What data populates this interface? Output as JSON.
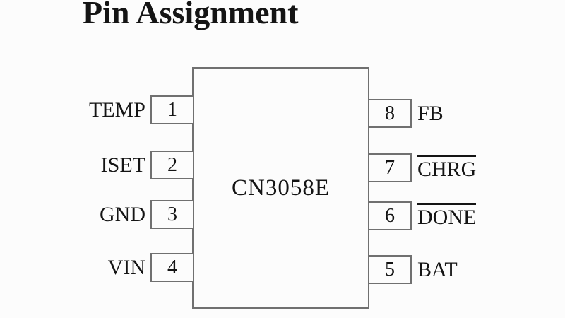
{
  "title": "Pin Assignment",
  "chip": {
    "name": "CN3058E"
  },
  "pins": {
    "left": [
      {
        "number": "1",
        "label": "TEMP",
        "overline": false
      },
      {
        "number": "2",
        "label": "ISET",
        "overline": false
      },
      {
        "number": "3",
        "label": "GND",
        "overline": false
      },
      {
        "number": "4",
        "label": "VIN",
        "overline": false
      }
    ],
    "right": [
      {
        "number": "8",
        "label": "FB",
        "overline": false
      },
      {
        "number": "7",
        "label": "CHRG",
        "overline": true
      },
      {
        "number": "6",
        "label": "DONE",
        "overline": true
      },
      {
        "number": "5",
        "label": "BAT",
        "overline": false
      }
    ]
  },
  "colors": {
    "background": "#fcfcfc",
    "line": "#707070",
    "text": "#141414"
  }
}
